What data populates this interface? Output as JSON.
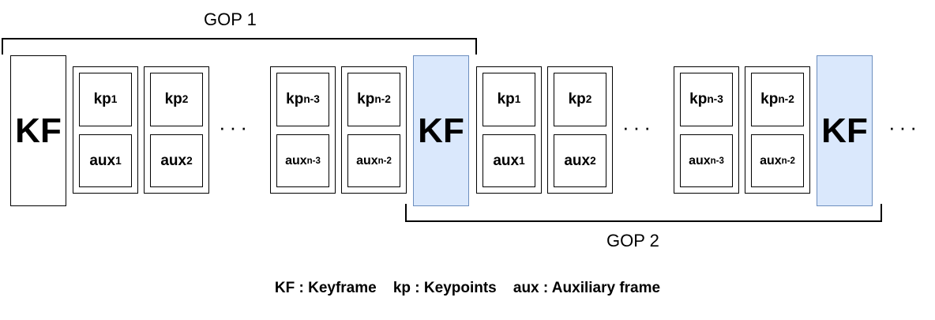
{
  "gop1": {
    "label": "GOP 1"
  },
  "gop2": {
    "label": "GOP 2"
  },
  "keyframe": {
    "label": "KF",
    "highlight_color": "#dae8fc",
    "highlight_border": "#6c8ebf"
  },
  "groups": [
    [
      {
        "kp": "kp",
        "kp_sub": "1",
        "aux": "aux",
        "aux_sub": "1"
      },
      {
        "kp": "kp",
        "kp_sub": "2",
        "aux": "aux",
        "aux_sub": "2"
      },
      {
        "kp": "kp",
        "kp_sub": "n-3",
        "aux": "aux",
        "aux_sub": "n-3"
      },
      {
        "kp": "kp",
        "kp_sub": "n-2",
        "aux": "aux",
        "aux_sub": "n-2"
      }
    ],
    [
      {
        "kp": "kp",
        "kp_sub": "1",
        "aux": "aux",
        "aux_sub": "1"
      },
      {
        "kp": "kp",
        "kp_sub": "2",
        "aux": "aux",
        "aux_sub": "2"
      },
      {
        "kp": "kp",
        "kp_sub": "n-3",
        "aux": "aux",
        "aux_sub": "n-3"
      },
      {
        "kp": "kp",
        "kp_sub": "n-2",
        "aux": "aux",
        "aux_sub": "n-2"
      }
    ]
  ],
  "ellipsis": "···",
  "legend": {
    "kf": "KF : Keyframe",
    "kp": "kp : Keypoints",
    "aux": "aux : Auxiliary frame"
  }
}
